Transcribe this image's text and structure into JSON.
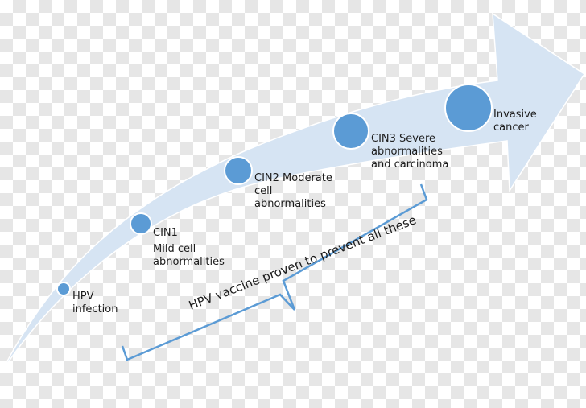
{
  "colors": {
    "arrow_fill": "#d6e4f3",
    "stage_circle": "#5b9bd5",
    "stage_circle_edge": "#ffffff",
    "brace": "#5b9bd5",
    "text": "#1c1c1c"
  },
  "stages": [
    {
      "id": "hpv",
      "lines": [
        "HPV",
        "infection"
      ]
    },
    {
      "id": "cin1",
      "lines": [
        "CIN1",
        "Mild cell",
        "abnormalities"
      ]
    },
    {
      "id": "cin2",
      "lines": [
        "CIN2 Moderate",
        "cell",
        "abnormalities"
      ]
    },
    {
      "id": "cin3",
      "lines": [
        "CIN3 Severe",
        "abnormalities",
        "and carcinoma"
      ]
    },
    {
      "id": "invasive",
      "lines": [
        "Invasive",
        "cancer"
      ]
    }
  ],
  "brace_caption": "HPV vaccine proven to prevent all these"
}
